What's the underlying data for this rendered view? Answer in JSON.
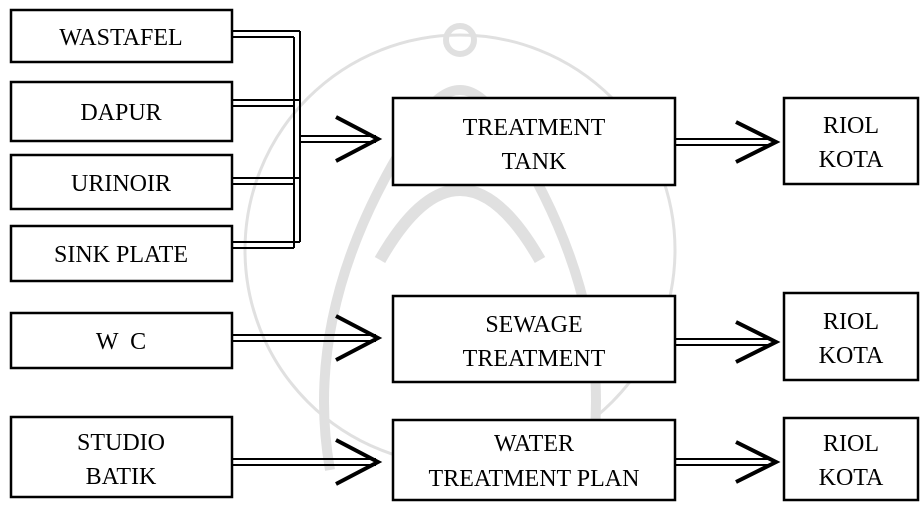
{
  "sources": {
    "wastafel": "WASTAFEL",
    "dapur": "DAPUR",
    "urinoir": "URINOIR",
    "sink_plate": "SINK PLATE",
    "wc": "W  C",
    "studio_batik": [
      "STUDIO",
      "BATIK"
    ]
  },
  "treatments": {
    "treatment_tank": [
      "TREATMENT",
      "TANK"
    ],
    "sewage_treatment": [
      "SEWAGE",
      "TREATMENT"
    ],
    "water_treatment_plan": [
      "WATER",
      "TREATMENT PLAN"
    ]
  },
  "outlets": {
    "riol_kota_1": [
      "RIOL",
      "KOTA"
    ],
    "riol_kota_2": [
      "RIOL",
      "KOTA"
    ],
    "riol_kota_3": [
      "RIOL",
      "KOTA"
    ]
  },
  "colors": {
    "stroke": "#000000",
    "background": "#ffffff",
    "watermark": "#c8c8c8"
  }
}
